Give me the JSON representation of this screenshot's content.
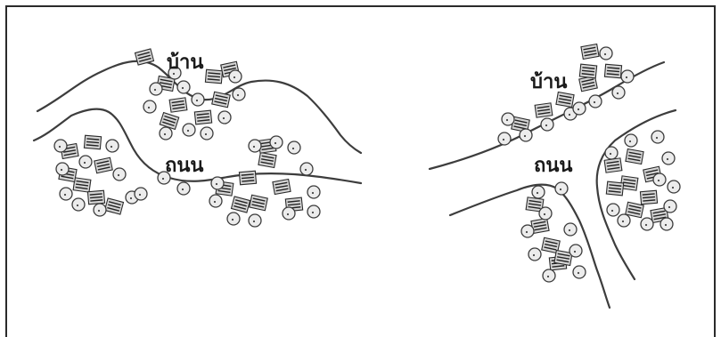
{
  "left_diagram": {
    "label_house": "บ้าน",
    "label_road": "ถนน"
  },
  "right_diagram": {
    "label_house": "บ้าน",
    "label_road": "ถนน"
  },
  "icons": [
    "house-icon",
    "tree-icon"
  ]
}
